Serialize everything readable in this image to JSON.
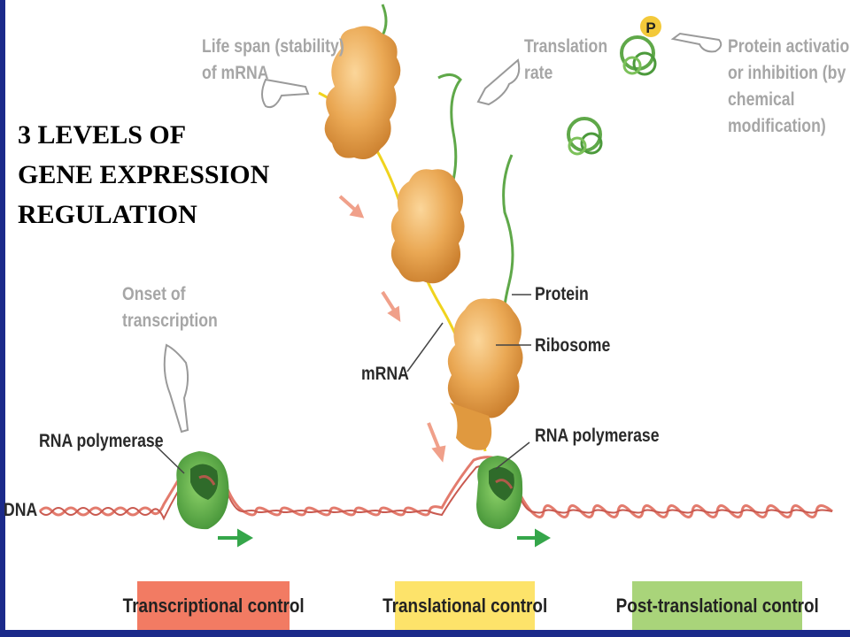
{
  "title_lines": [
    "3 LEVELS OF",
    "GENE EXPRESSION",
    "REGULATION"
  ],
  "labels": {
    "lifespan": [
      "Life span (stability)",
      "of mRNA"
    ],
    "translation_rate": [
      "Translation",
      "rate"
    ],
    "protein_activation": [
      "Protein activation",
      "or inhibition (by",
      "chemical",
      "modification)"
    ],
    "onset": [
      "Onset of",
      "transcription"
    ],
    "protein": "Protein",
    "ribosome": "Ribosome",
    "mrna": "mRNA",
    "rna_polymerase_left": "RNA polymerase",
    "rna_polymerase_right": "RNA polymerase",
    "dna": "DNA",
    "phosphate": "P"
  },
  "controls": {
    "transcriptional": "Transcriptional control",
    "translational": "Translational control",
    "post_translational": "Post-translational control"
  },
  "colors": {
    "transcriptional": "#f27b63",
    "translational": "#fde36a",
    "post_translational": "#a9d47a",
    "dna": "#e8867a",
    "ribosome": "#e8a754",
    "protein": "#5fa849",
    "mrna": "#f0d31e",
    "frame": "#1b2a8a"
  }
}
